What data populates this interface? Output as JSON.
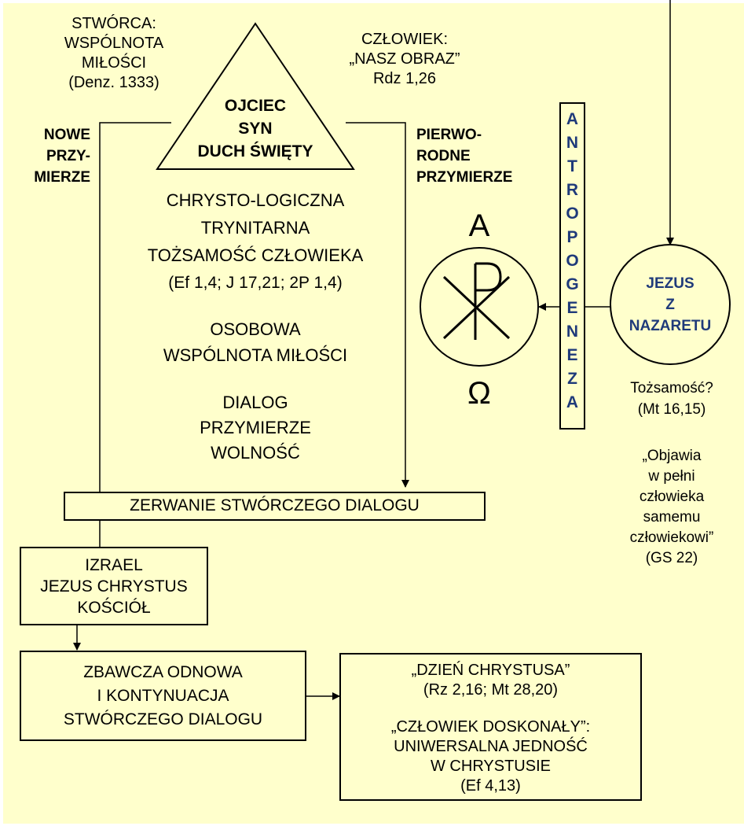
{
  "creator": [
    "STWÓRCA:",
    "WSPÓLNOTA",
    "MIŁOŚCI",
    "(Denz. 1333)"
  ],
  "man_image": [
    "CZŁOWIEK:",
    "„NASZ OBRAZ”",
    "Rdz 1,26"
  ],
  "trinity": [
    "OJCIEC",
    "SYN",
    "DUCH ŚWIĘTY"
  ],
  "new_covenant": [
    "NOWE",
    "PRZY-",
    "MIERZE"
  ],
  "original_covenant": [
    "PIERWO-",
    "RODNE",
    "PRZYMIERZE"
  ],
  "christo": [
    "CHRYSTO-LOGICZNA",
    "TRYNITARNA",
    "TOŻSAMOŚĆ CZŁOWIEKA"
  ],
  "refs": "(Ef 1,4; J 17,21; 2P 1,4)",
  "community": [
    "OSOBOWA",
    "WSPÓLNOTA MIŁOŚCI"
  ],
  "dialog": [
    "DIALOG",
    "PRZYMIERZE",
    "WOLNOŚĆ"
  ],
  "alpha": "A",
  "omega": "Ω",
  "chirho": "P",
  "antropogeneza": [
    "A",
    "N",
    "T",
    "R",
    "O",
    "P",
    "O",
    "G",
    "E",
    "N",
    "E",
    "Z",
    "A"
  ],
  "jesus": [
    "JEZUS",
    "Z",
    "NAZARETU"
  ],
  "identity": [
    "Tożsamość?",
    "(Mt 16,15)"
  ],
  "gs_quote": [
    "„Objawia",
    "w pełni",
    "człowieka",
    "samemu",
    "człowiekowi”",
    "(GS 22)"
  ],
  "rupture": "ZERWANIE STWÓRCZEGO DIALOGU",
  "israel": [
    "IZRAEL",
    "JEZUS CHRYSTUS",
    "KOŚCIÓŁ"
  ],
  "renewal": [
    "ZBAWCZA ODNOWA",
    "I KONTYNUACJA",
    "STWÓRCZEGO DIALOGU"
  ],
  "christ_day": [
    "„DZIEŃ CHRYSTUSA”",
    "(Rz 2,16; Mt 28,20)"
  ],
  "perfect_man": [
    "„CZŁOWIEK DOSKONAŁY”:",
    "UNIWERSALNA JEDNOŚĆ",
    "W CHRYSTUSIE",
    "(Ef 4,13)"
  ],
  "colors": {
    "background": "#ffffcc",
    "accent": "#1f3a7a",
    "line": "#000000"
  }
}
